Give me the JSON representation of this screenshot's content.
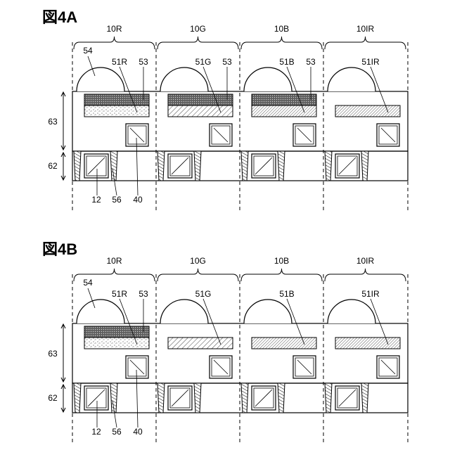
{
  "figure_a": {
    "title": "図4A",
    "pixels": [
      {
        "label": "10R",
        "filter_label": "51R",
        "has_53": true
      },
      {
        "label": "10G",
        "filter_label": "51G",
        "has_53": true
      },
      {
        "label": "10B",
        "filter_label": "51B",
        "has_53": true
      },
      {
        "label": "10IR",
        "filter_label": "51IR",
        "has_53": false
      }
    ],
    "labels": {
      "lens": "54",
      "dark_filter": "53",
      "layer_63": "63",
      "layer_62": "62",
      "photodiode": "12",
      "separator": "56",
      "pixel_circuit": "40"
    }
  },
  "figure_b": {
    "title": "図4B",
    "pixels": [
      {
        "label": "10R",
        "filter_label": "51R",
        "has_53": true
      },
      {
        "label": "10G",
        "filter_label": "51G",
        "has_53": false
      },
      {
        "label": "10B",
        "filter_label": "51B",
        "has_53": false
      },
      {
        "label": "10IR",
        "filter_label": "51IR",
        "has_53": false
      }
    ],
    "labels": {
      "lens": "54",
      "dark_filter": "53",
      "layer_63": "63",
      "layer_62": "62",
      "photodiode": "12",
      "separator": "56",
      "pixel_circuit": "40"
    }
  }
}
